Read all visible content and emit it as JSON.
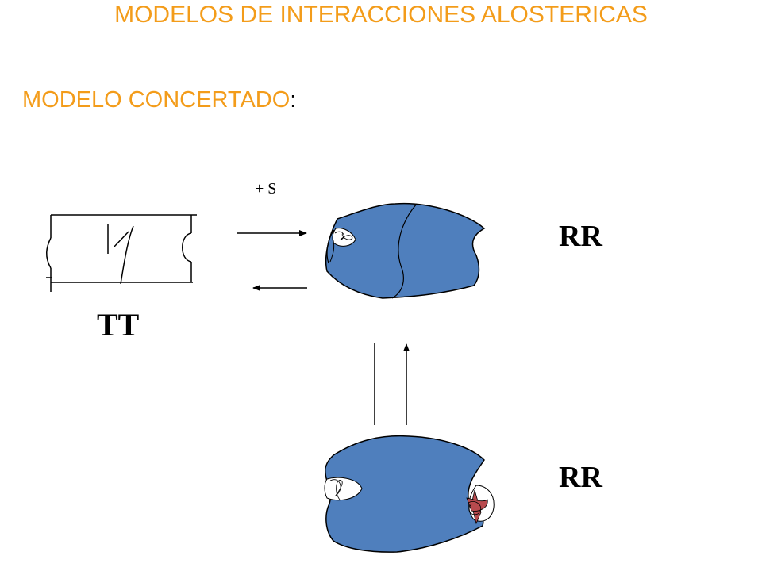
{
  "slide": {
    "title": "MODELOS DE INTERACCIONES ALOSTERICAS",
    "subtitle": "MODELO CONCERTADO",
    "subtitle_colon": ":"
  },
  "diagram": {
    "state_tt_label": "TT",
    "state_rr_top_label": "RR",
    "state_rr_bottom_label": "RR",
    "substrate_label": "+ S"
  },
  "colors": {
    "title": "#f39c1a",
    "protein_fill": "#4f7fbd",
    "substrate_fill": "#b84a4e",
    "line": "#000000"
  }
}
